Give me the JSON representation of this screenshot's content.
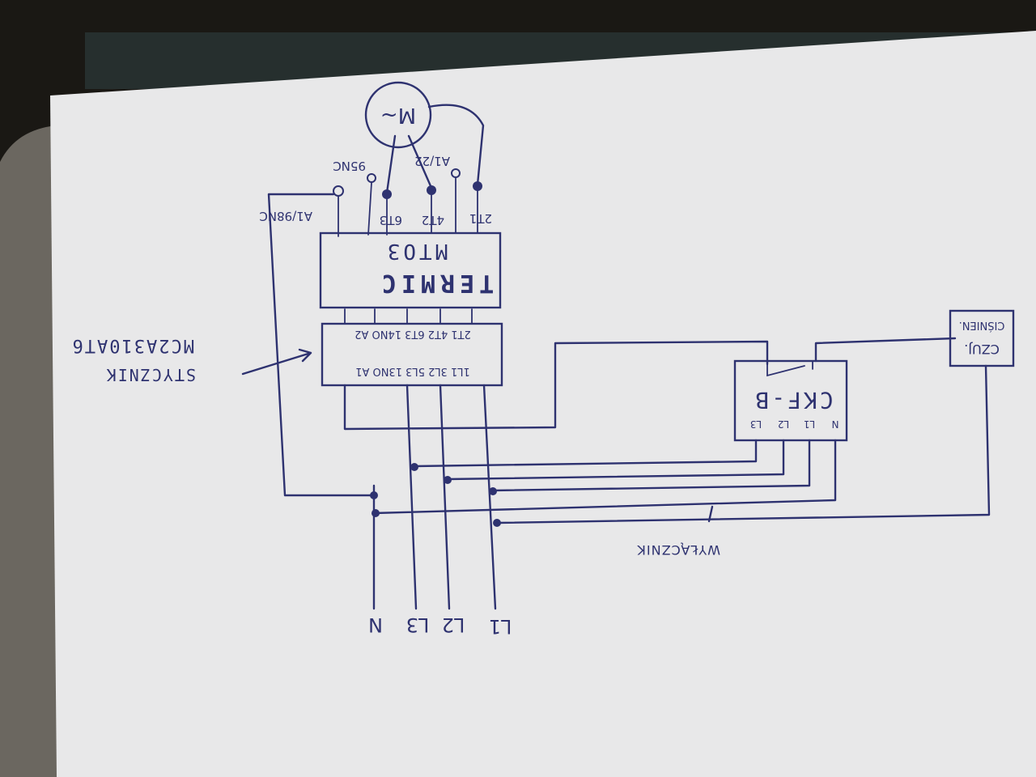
{
  "diagram": {
    "mains": [
      "L1",
      "L2",
      "L3",
      "N"
    ],
    "motor": {
      "symbol": "M~"
    },
    "motor_terminals": [
      "95NC",
      "A1/22"
    ],
    "overload_relay": {
      "brand": "TERMIC",
      "model": "MTO3",
      "terminals": [
        "2T1",
        "4T2",
        "6T3",
        "A1/98NC"
      ]
    },
    "contactor": {
      "name": "STYCZNIK",
      "model": "MC2A310AT6",
      "top_terminals": "2T1 4T2 6T3 14NO A2",
      "bottom_terminals": "1L1 3L2 5L3 13NO A1"
    },
    "phase_monitor": {
      "name": "CKF-B",
      "terminals": [
        "N",
        "L1",
        "L2",
        "L3"
      ]
    },
    "pressure_switch": {
      "line1": "CZUJ.",
      "line2": "CIŚNIEN."
    },
    "switch_label": "WYŁĄCZNIK"
  }
}
